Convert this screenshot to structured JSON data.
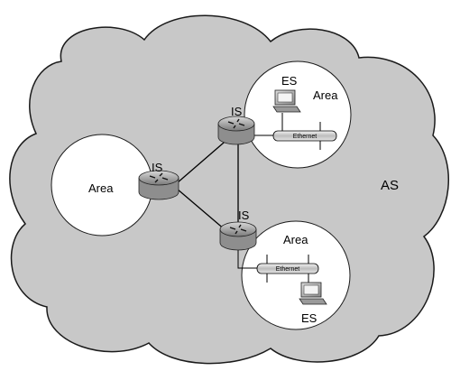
{
  "diagram": {
    "as_label": "AS",
    "areas": [
      {
        "id": "left",
        "label": "Area"
      },
      {
        "id": "top-right",
        "label": "Area"
      },
      {
        "id": "bottom-right",
        "label": "Area"
      }
    ],
    "routers": [
      {
        "id": "left",
        "label": "IS"
      },
      {
        "id": "top",
        "label": "IS"
      },
      {
        "id": "bottom",
        "label": "IS"
      }
    ],
    "end_systems": [
      {
        "id": "top",
        "label": "ES"
      },
      {
        "id": "bottom",
        "label": "ES"
      }
    ],
    "segments": [
      {
        "id": "top",
        "label": "Ethernet"
      },
      {
        "id": "bottom",
        "label": "Ethernet"
      }
    ],
    "colors": {
      "cloud_fill": "#c8c8c8",
      "cloud_stroke": "#1a1a1a",
      "area_fill": "#ffffff",
      "router_body": "#8c8c8c",
      "router_top": "#c4c4c4",
      "link": "#000000"
    }
  }
}
